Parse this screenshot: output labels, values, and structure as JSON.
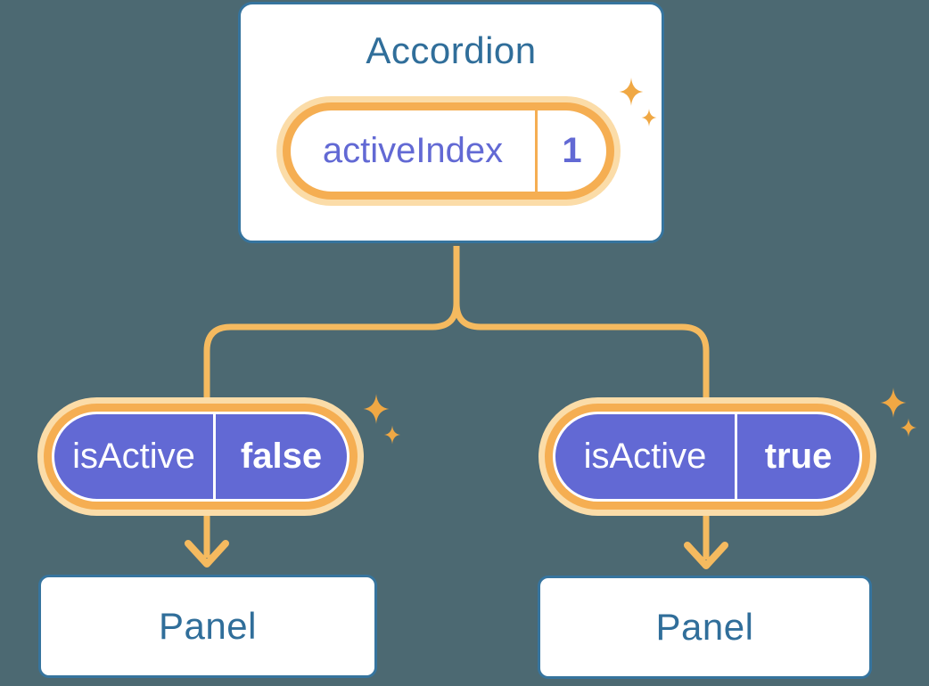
{
  "diagram": {
    "description": "React state diagram: Accordion component owning activeIndex state, passing isActive prop to two Panel children",
    "accordion": {
      "title": "Accordion",
      "state": {
        "label": "activeIndex",
        "value": "1"
      }
    },
    "children": [
      {
        "prop": {
          "label": "isActive",
          "value": "false"
        },
        "panel": {
          "label": "Panel"
        }
      },
      {
        "prop": {
          "label": "isActive",
          "value": "true"
        },
        "panel": {
          "label": "Panel"
        }
      }
    ]
  },
  "colors": {
    "background": "#4C6972",
    "card_background": "#FFFFFF",
    "card_border_blue": "#36749E",
    "heading_text_blue": "#306E9A",
    "connector_orange": "#F5BA5F",
    "pill_ring_orange": "#F5AE52",
    "pill_ring_glow": "#FBDCA8",
    "sparkle_orange": "#F0A844",
    "prop_pill_purple": "#6269D4",
    "state_text_purple": "#6269D4",
    "prop_text_white": "#FFFFFF"
  }
}
